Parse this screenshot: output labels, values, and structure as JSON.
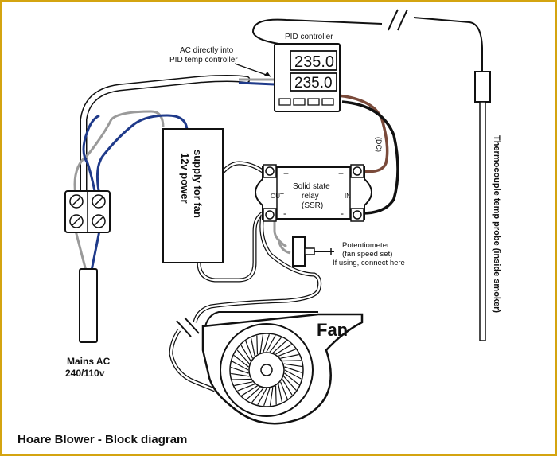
{
  "diagram": {
    "title": "Hoare Blower - Block diagram",
    "labels": {
      "pid_controller": "PID controller",
      "pid_display_top": "235.0",
      "pid_display_bottom": "235.0",
      "ac_note_line1": "AC directly into",
      "ac_note_line2": "PID temp controller",
      "dc_label": "(DC)",
      "psu_line1": "12v power",
      "psu_line2": "supply for fan",
      "ssr_line1": "Solid state",
      "ssr_line2": "relay",
      "ssr_line3": "(SSR)",
      "ssr_out": "OUT",
      "ssr_in": "IN",
      "ssr_plus": "+",
      "ssr_minus": "-",
      "pot_line1": "Potentiometer",
      "pot_line2": "(fan speed set)",
      "pot_line3": "If using, connect here",
      "mains_line1": "Mains AC",
      "mains_line2": "240/110v",
      "fan": "Fan",
      "probe": "Thermocouple temp probe (inside smoker)"
    },
    "colors": {
      "border": "#d4a410",
      "wire_blue": "#1f3a8a",
      "wire_gray": "#9a9a9a",
      "wire_brown": "#7a4a3a",
      "wire_black": "#111111"
    }
  }
}
